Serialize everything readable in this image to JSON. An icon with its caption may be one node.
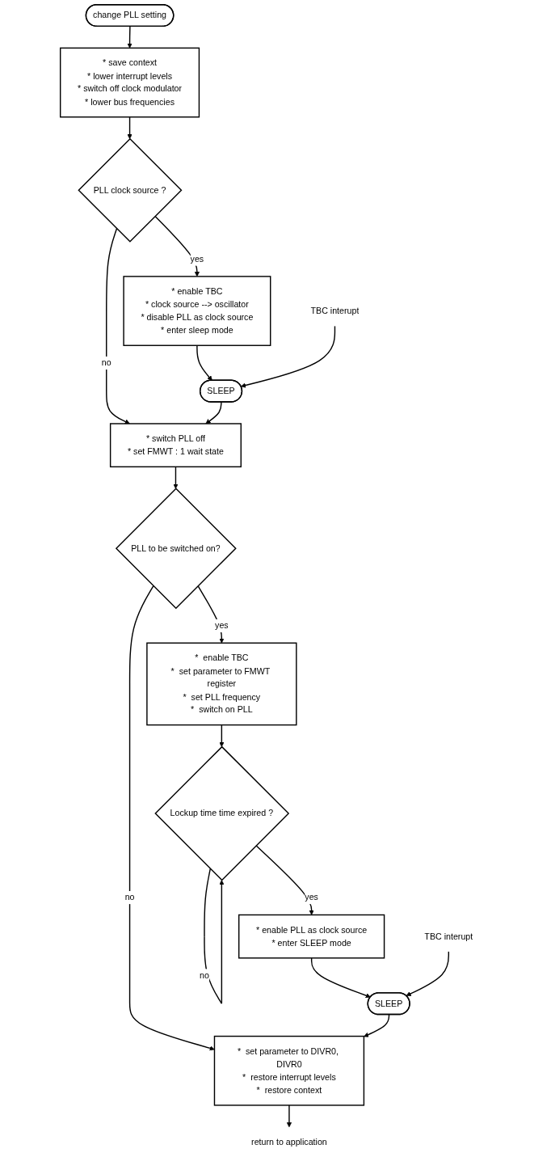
{
  "diagram": {
    "nodes": [
      {
        "text": [
          "change PLL setting"
        ]
      },
      {
        "text": [
          "*  save context",
          "*  lower interrupt levels",
          "*  switch off clock modulator",
          "*  lower bus frequencies"
        ]
      },
      {
        "text": [
          "PLL clock source ?"
        ]
      },
      {
        "text": [
          "*  enable TBC",
          "*  clock source --> oscillator",
          "*  disable PLL as clock source",
          "*  enter sleep mode"
        ]
      },
      {
        "text": [
          "TBC interupt"
        ]
      },
      {
        "text": [
          "SLEEP"
        ]
      },
      {
        "text": [
          "*  switch PLL off",
          "*  set FMWT : 1 wait state"
        ]
      },
      {
        "text": [
          "PLL to be switched on?"
        ]
      },
      {
        "text": [
          "*  enable TBC",
          "*  set parameter to FMWT register",
          "*  set PLL frequency",
          "*  switch on PLL"
        ]
      },
      {
        "text": [
          "Lockup time time expired ?"
        ]
      },
      {
        "text": [
          "*  enable PLL as clock source",
          "*  enter SLEEP mode"
        ]
      },
      {
        "text": [
          "TBC interupt"
        ]
      },
      {
        "text": [
          "SLEEP"
        ]
      },
      {
        "text": [
          "*  set parameter to DIVR0, DIVR0",
          "*  restore interrupt levels",
          "*  restore context"
        ]
      },
      {
        "text": [
          "return to application"
        ]
      }
    ],
    "edges": [
      {
        "from": 0,
        "to": 1,
        "arrow": "to"
      },
      {
        "from": 1,
        "to": 2,
        "arrow": "to"
      },
      {
        "from": 2,
        "to": 3,
        "arrow": "to",
        "label": "yes"
      },
      {
        "from": 2,
        "to": 6,
        "arrow": "to",
        "label": "no"
      },
      {
        "from": 3,
        "to": 5,
        "arrow": "to"
      },
      {
        "from": 4,
        "to": 5,
        "arrow": "to"
      },
      {
        "from": 5,
        "to": 6,
        "arrow": "to"
      },
      {
        "from": 6,
        "to": 7,
        "arrow": "to"
      },
      {
        "from": 7,
        "to": 8,
        "arrow": "to",
        "label": "yes"
      },
      {
        "from": 7,
        "to": 13,
        "arrow": "to",
        "label": "no"
      },
      {
        "from": 8,
        "to": 9,
        "arrow": "to"
      },
      {
        "from": 9,
        "to": 9,
        "arrow": "to",
        "label": "no"
      },
      {
        "from": 9,
        "to": 10,
        "arrow": "to",
        "label": "yes"
      },
      {
        "from": 10,
        "to": 12,
        "arrow": "to"
      },
      {
        "from": 11,
        "to": 12,
        "arrow": "to"
      },
      {
        "from": 12,
        "to": 13,
        "arrow": "to"
      },
      {
        "from": 13,
        "to": 14,
        "arrow": "to"
      }
    ]
  }
}
